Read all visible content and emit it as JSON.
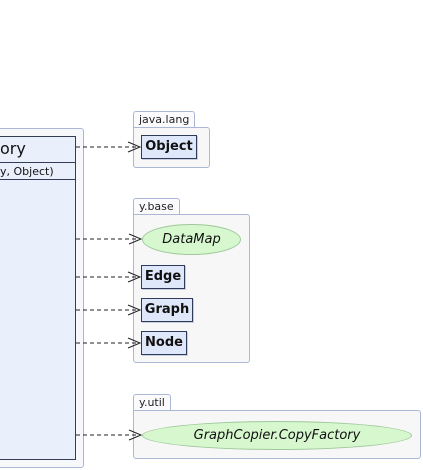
{
  "main_class": {
    "title": "ory",
    "signature": "y, Object)"
  },
  "packages": [
    {
      "name": "java.lang",
      "classes": [
        "Object"
      ]
    },
    {
      "name": "y.base",
      "classes": [
        "DataMap",
        "Edge",
        "Graph",
        "Node"
      ]
    },
    {
      "name": "y.util",
      "classes": [
        "GraphCopier.CopyFactory"
      ]
    }
  ],
  "colors": {
    "class_fill": "#e9effb",
    "class_border": "#333d58",
    "interface_fill": "#d7f7cf",
    "package_border": "#aab8d6"
  }
}
